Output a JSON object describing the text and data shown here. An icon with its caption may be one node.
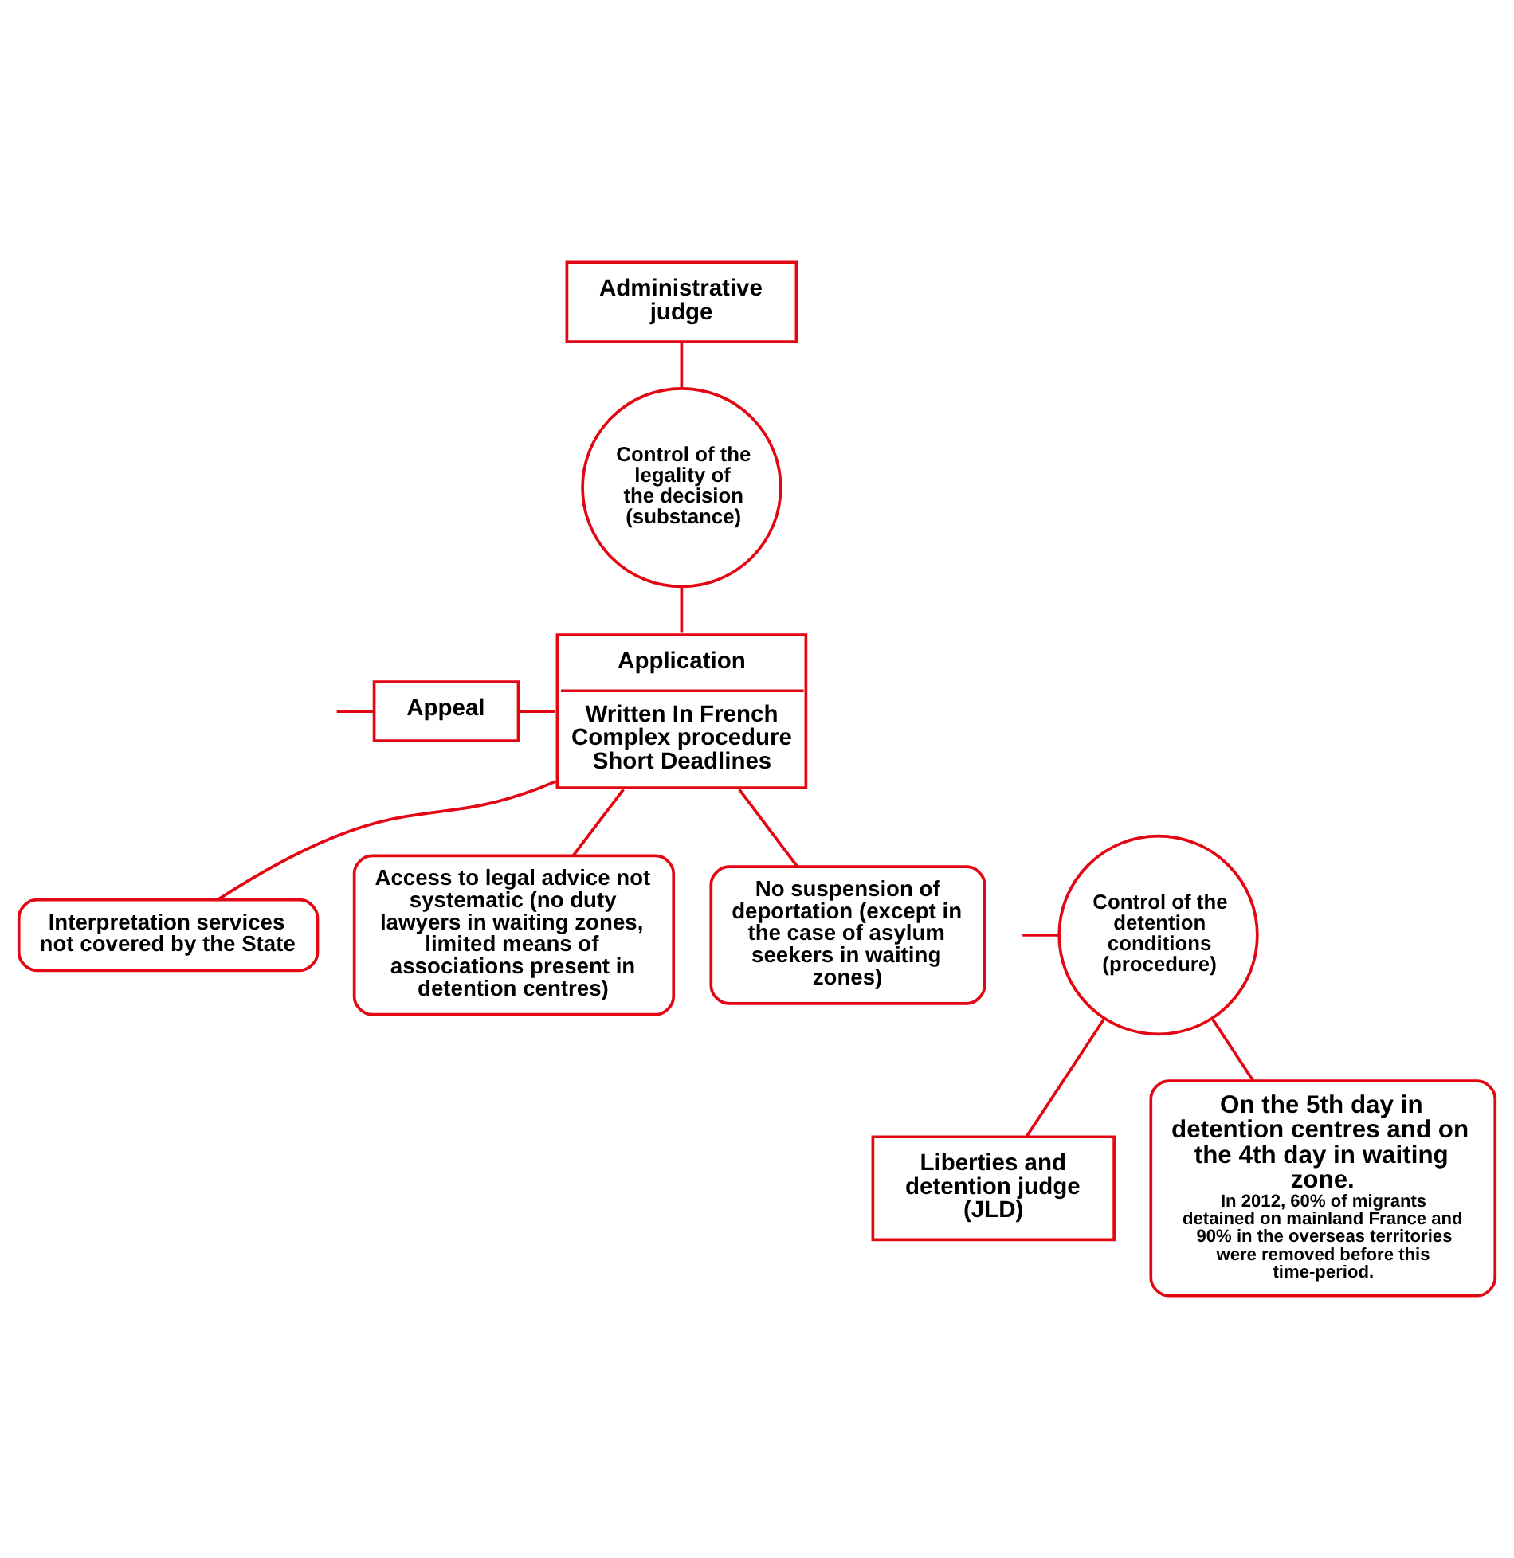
{
  "diagram": {
    "nodes": [
      {
        "text": [
          "Administrative judge"
        ]
      },
      {
        "text": [
          "Control of the legality of the decision (substance)"
        ]
      },
      {
        "text": [
          "Application",
          "Written In French Complex procedure Short Deadlines"
        ]
      },
      {
        "text": [
          "Appeal"
        ]
      },
      {
        "text": [
          "Control of the detention conditions (procedure)"
        ]
      },
      {
        "text": [
          "Liberties and detention judge (JLD)"
        ]
      },
      {
        "text": [
          "Interpretation services not covered by the State"
        ]
      },
      {
        "text": [
          "Access to legal advice not systematic (no duty lawyers in waiting zones, limited means of associations present in detention centres)"
        ]
      },
      {
        "text": [
          "No suspension of deportation (except in the case of asylum seekers in waiting zones)"
        ]
      },
      {
        "text": [
          "On the 5th day in detention centres and on the 4th day in waiting zone.",
          "In 2012, 60% of migrants detained on mainland France and 90% in the overseas territories were removed before this time-period."
        ]
      }
    ],
    "edges": [
      {
        "from": 0,
        "to": 1,
        "arrow": "none"
      },
      {
        "from": 1,
        "to": 2,
        "arrow": "none"
      },
      {
        "from": null,
        "to": 3,
        "arrow": "none"
      },
      {
        "from": 3,
        "to": 2,
        "arrow": "none"
      },
      {
        "from": 2,
        "to": 6,
        "arrow": "none"
      },
      {
        "from": 2,
        "to": 7,
        "arrow": "none"
      },
      {
        "from": 2,
        "to": 8,
        "arrow": "none"
      },
      {
        "from": null,
        "to": 4,
        "arrow": "none"
      },
      {
        "from": 4,
        "to": 5,
        "arrow": "none"
      },
      {
        "from": 4,
        "to": 9,
        "arrow": "none"
      }
    ]
  }
}
